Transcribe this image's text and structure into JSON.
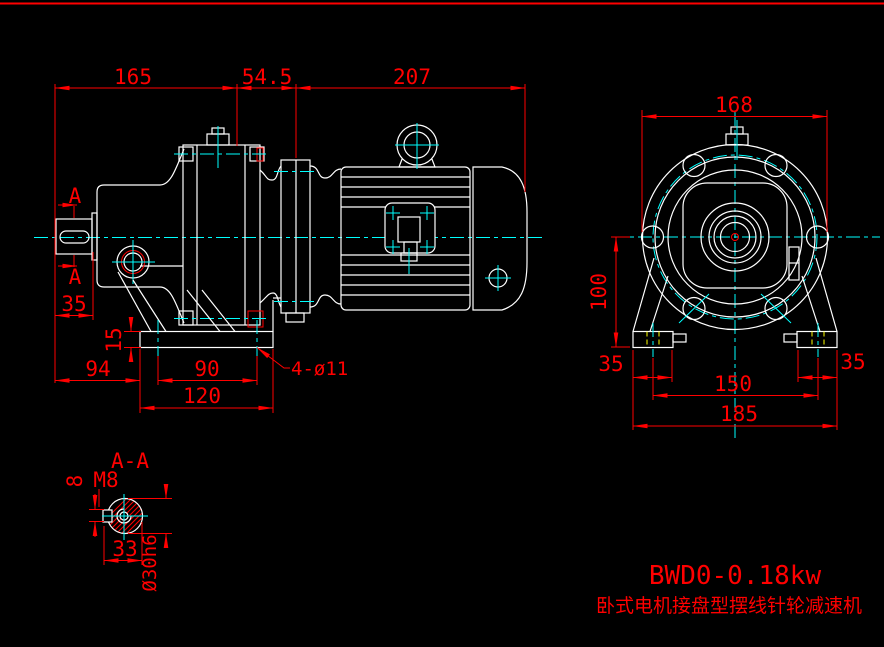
{
  "drawing": {
    "front_view": {
      "section_mark_top": "A",
      "section_mark_bottom": "A",
      "dims": {
        "shaft_segment": "165",
        "adapter_flange": "54.5",
        "motor_length": "207",
        "shaft_extension": "35",
        "base_thickness": "15",
        "left_offset": "94",
        "hole_spacing": "90",
        "base_length": "120",
        "hole_callout": "4-ø11"
      }
    },
    "side_view": {
      "dims": {
        "flange_diameter": "168",
        "center_height": "100",
        "foot_width_left": "35",
        "foot_width_right": "35",
        "foot_hole_spacing": "150",
        "base_width": "185"
      }
    },
    "section_view": {
      "label": "A-A",
      "thread_callout": "M8",
      "keyway_width": "8",
      "keyway_flat": "33",
      "shaft_diameter": "Ø30h6"
    },
    "title_block": {
      "model": "BWD0-0.18kw",
      "caption": "卧式电机接盘型摆线针轮减速机"
    },
    "colors": {
      "background": "#000000",
      "geometry": "#ffffff",
      "dimension": "#ff0000",
      "centerline": "#00ffff",
      "hidden": "#ffff00",
      "top_border": "#ff0000"
    }
  }
}
